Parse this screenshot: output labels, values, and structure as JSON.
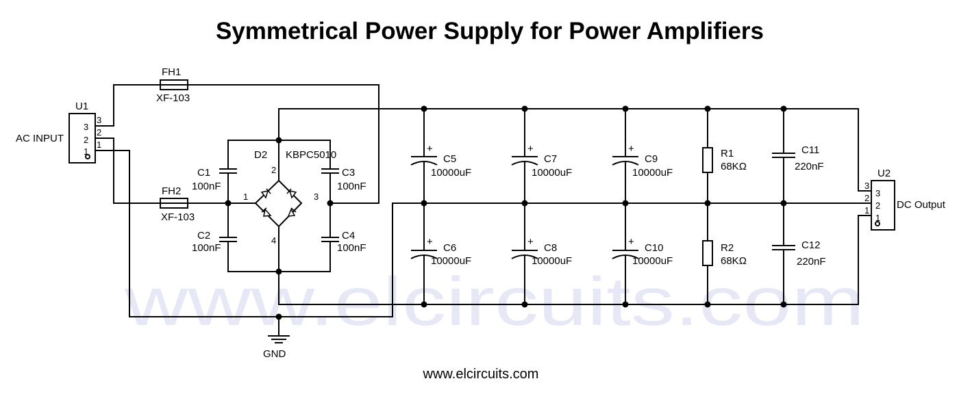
{
  "title": "Symmetrical Power Supply for Power Amplifiers",
  "watermark": "www.elcircuits.com",
  "footer": "www.elcircuits.com",
  "input_connector": {
    "ref": "U1",
    "label": "AC INPUT",
    "pins": [
      "3",
      "2",
      "1"
    ],
    "body_pins": [
      "3",
      "2",
      "1"
    ]
  },
  "output_connector": {
    "ref": "U2",
    "label": "DC Output",
    "pins": [
      "3",
      "2",
      "1"
    ],
    "body_pins": [
      "3",
      "2",
      "1"
    ]
  },
  "fuses": [
    {
      "ref": "FH1",
      "value": "XF-103"
    },
    {
      "ref": "FH2",
      "value": "XF-103"
    }
  ],
  "bridge": {
    "ref": "D2",
    "part": "KBPC5010",
    "pins": [
      "2",
      "1",
      "3",
      "4"
    ]
  },
  "bridge_caps": [
    {
      "ref": "C1",
      "value": "100nF"
    },
    {
      "ref": "C2",
      "value": "100nF"
    },
    {
      "ref": "C3",
      "value": "100nF"
    },
    {
      "ref": "C4",
      "value": "100nF"
    }
  ],
  "filter_caps": [
    {
      "ref": "C5",
      "value": "10000uF"
    },
    {
      "ref": "C6",
      "value": "10000uF"
    },
    {
      "ref": "C7",
      "value": "10000uF"
    },
    {
      "ref": "C8",
      "value": "10000uF"
    },
    {
      "ref": "C9",
      "value": "10000uF"
    },
    {
      "ref": "C10",
      "value": "10000uF"
    }
  ],
  "polarity_mark": "+",
  "resistors": [
    {
      "ref": "R1",
      "value": "68KΩ"
    },
    {
      "ref": "R2",
      "value": "68KΩ"
    }
  ],
  "decoupling_caps": [
    {
      "ref": "C11",
      "value": "220nF"
    },
    {
      "ref": "C12",
      "value": "220nF"
    }
  ],
  "ground": {
    "label": "GND"
  }
}
